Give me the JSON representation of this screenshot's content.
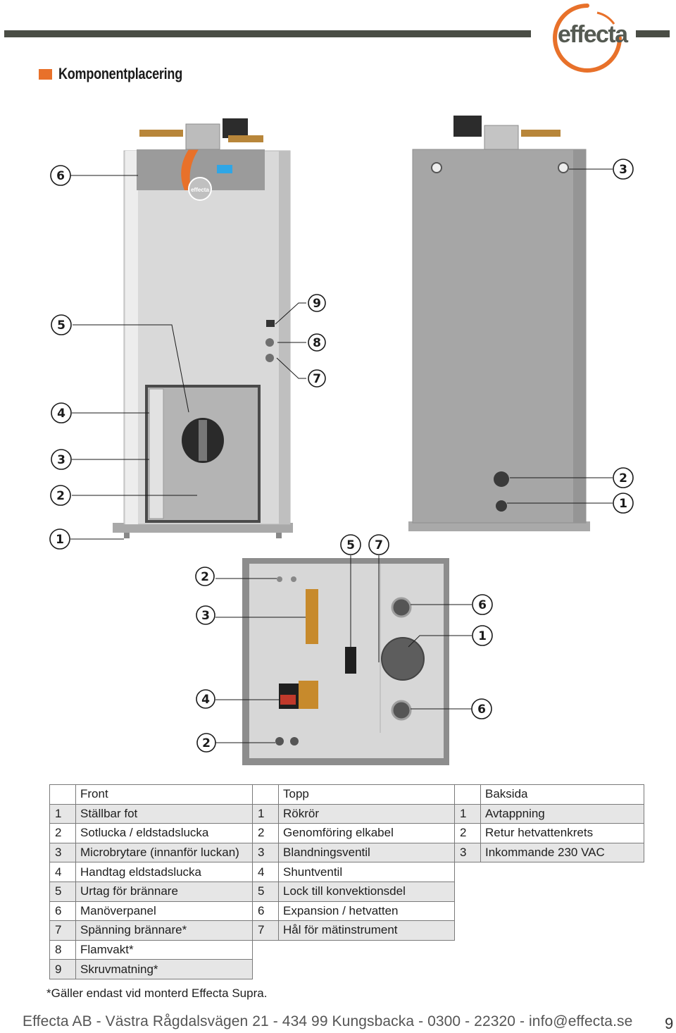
{
  "brand": {
    "logo_text": "effecta",
    "accent_color": "#e8712a",
    "bar_color": "#4a4d45"
  },
  "heading": "Komponentplacering",
  "illustration": {
    "front_panel_label": "effecta",
    "callouts_front": [
      "6",
      "5",
      "9",
      "8",
      "7",
      "4",
      "3",
      "2",
      "1"
    ],
    "callouts_back": [
      "3",
      "2",
      "1"
    ],
    "callouts_top": [
      "5",
      "7",
      "2",
      "3",
      "6",
      "1",
      "4",
      "6",
      "2"
    ]
  },
  "table": {
    "headers": [
      "Front",
      "Topp",
      "Baksida"
    ],
    "front": [
      {
        "n": "1",
        "t": "Ställbar fot"
      },
      {
        "n": "2",
        "t": "Sotlucka / eldstadslucka"
      },
      {
        "n": "3",
        "t": "Microbrytare (innanför luckan)"
      },
      {
        "n": "4",
        "t": "Handtag eldstadslucka"
      },
      {
        "n": "5",
        "t": "Urtag för brännare"
      },
      {
        "n": "6",
        "t": "Manöverpanel"
      },
      {
        "n": "7",
        "t": "Spänning brännare*"
      },
      {
        "n": "8",
        "t": "Flamvakt*"
      },
      {
        "n": "9",
        "t": "Skruvmatning*"
      }
    ],
    "top": [
      {
        "n": "1",
        "t": "Rökrör"
      },
      {
        "n": "2",
        "t": "Genomföring elkabel"
      },
      {
        "n": "3",
        "t": "Blandningsventil"
      },
      {
        "n": "4",
        "t": "Shuntventil"
      },
      {
        "n": "5",
        "t": "Lock till konvektionsdel"
      },
      {
        "n": "6",
        "t": "Expansion / hetvatten"
      },
      {
        "n": "7",
        "t": "Hål för mätinstrument"
      }
    ],
    "back": [
      {
        "n": "1",
        "t": "Avtappning"
      },
      {
        "n": "2",
        "t": "Retur hetvattenkrets"
      },
      {
        "n": "3",
        "t": "Inkommande 230 VAC"
      }
    ]
  },
  "footnote": "*Gäller endast vid monterd Effecta Supra.",
  "footer": "Effecta AB - Västra Rågdalsvägen 21 - 434 99 Kungsbacka - 0300 - 22320 - info@effecta.se",
  "page_number": "9"
}
